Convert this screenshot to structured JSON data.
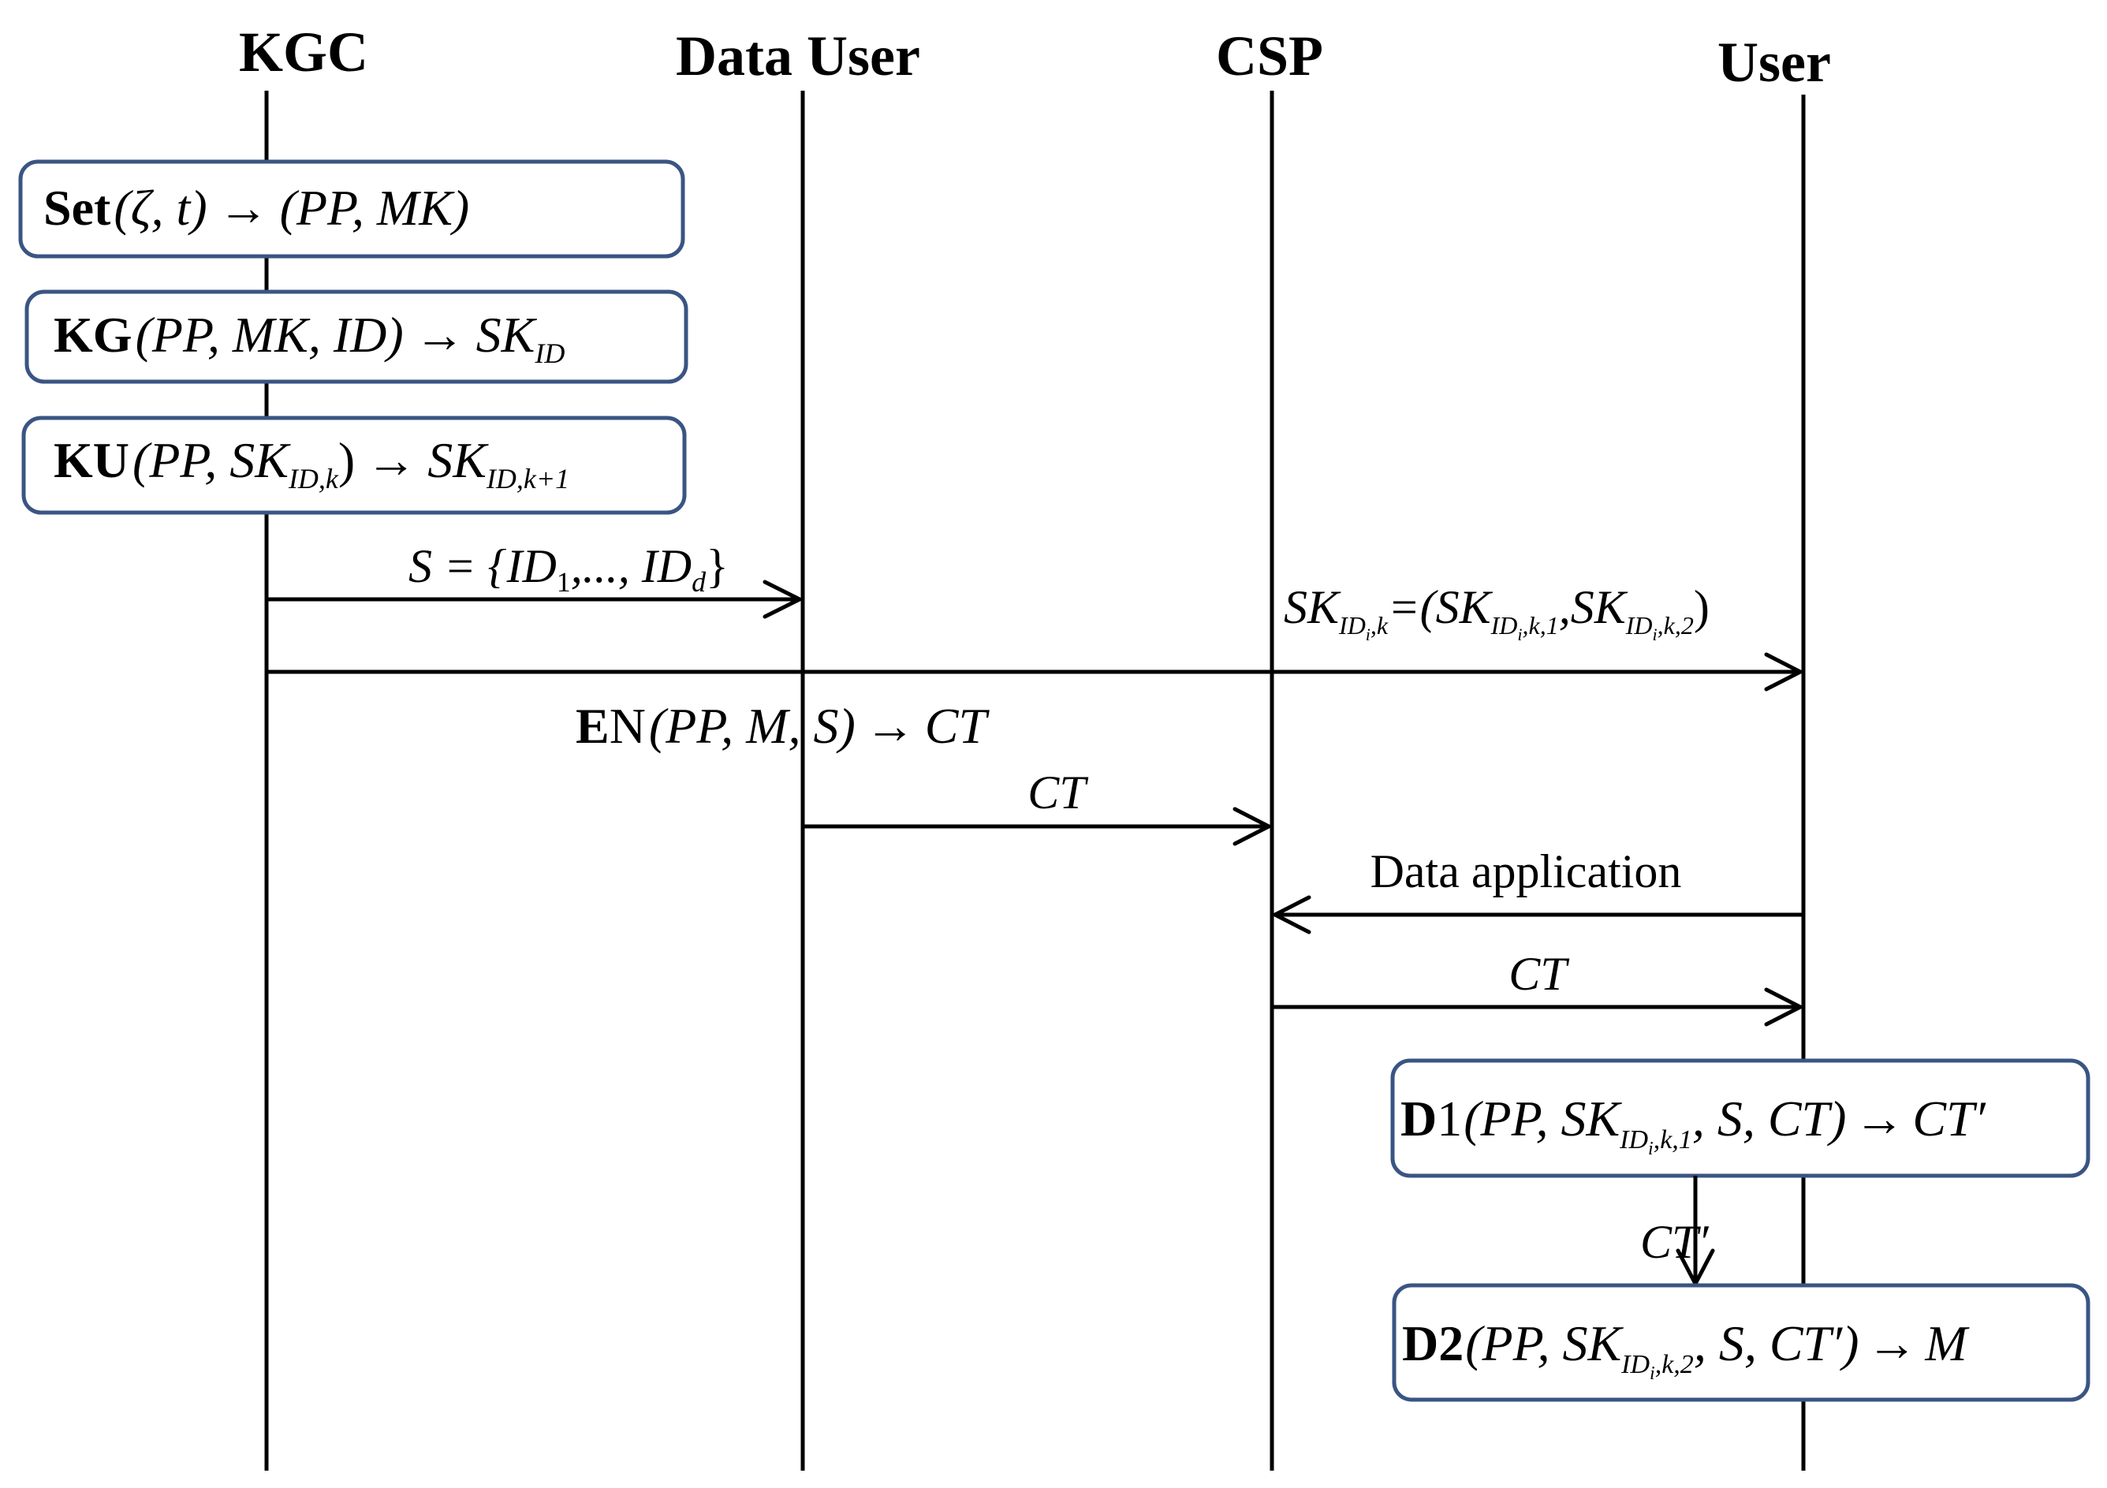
{
  "actors": {
    "kgc": "KGC",
    "data_user": "Data User",
    "csp": "CSP",
    "user": "User"
  },
  "steps": {
    "setup": {
      "name": "Set",
      "args": "(ζ, t)",
      "arrow": "→",
      "output": "(PP, MK)"
    },
    "keygen": {
      "name": "KG",
      "args": "(PP, MK, ID)",
      "arrow": "→",
      "output": "SK",
      "output_sub": "ID"
    },
    "keyupdate": {
      "name": "KU",
      "args_pre": "(PP, SK",
      "args_sub": "ID,k",
      "args_post": ")",
      "arrow": "→",
      "output": "SK",
      "output_sub": "ID,k+1"
    },
    "encrypt": {
      "name_bold": "E",
      "name_rest": "N",
      "args": "(PP, M, S)",
      "arrow": "→",
      "output": "CT"
    },
    "decrypt1": {
      "name_bold": "D",
      "name_rest": "1",
      "args_pre": "(PP, SK",
      "args_sub": "ID",
      "args_subsub": "i",
      "args_sub2": ",k,1",
      "args_post": ", S, CT)",
      "arrow": "→",
      "output": "CT′"
    },
    "decrypt2": {
      "name_bold": "D2",
      "args_pre": "(PP, SK",
      "args_sub": "ID",
      "args_subsub": "i",
      "args_sub2": ",k,2",
      "args_post": ", S, CT′)",
      "arrow": "→",
      "output": "M"
    }
  },
  "messages": {
    "set_s": {
      "pre": "S = {ID",
      "sub1": "1",
      "mid": ",..., ID",
      "sub2": "d",
      "post": "}"
    },
    "sk_user": {
      "sk": "SK",
      "sub_id": "ID",
      "sub_i": "i",
      "sub_k": ",k",
      "eq": "=(SK",
      "sub2_tail": ",k,1",
      "comma": ",SK",
      "sub3_tail": ",k,2",
      "close": ")"
    },
    "ct_to_csp": "CT",
    "data_application": "Data application",
    "ct_to_user": "CT",
    "ct_prime": "CT′"
  },
  "colors": {
    "box_border": "#3a5583",
    "line": "#000000"
  }
}
